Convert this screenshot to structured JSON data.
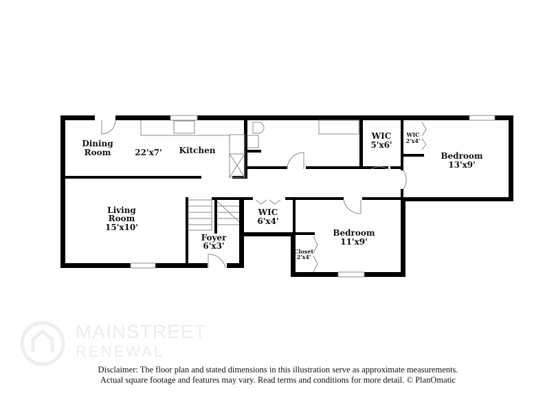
{
  "rooms": {
    "dining": {
      "name": "Dining Room",
      "line1": "Dining",
      "line2": "Room"
    },
    "kitchen": {
      "name": "Kitchen",
      "size": "22'x7'"
    },
    "living": {
      "line1": "Living",
      "line2": "Room",
      "size": "15'x10'"
    },
    "foyer": {
      "name": "Foyer",
      "size": "6'x3'"
    },
    "wic_hall": {
      "name": "WIC",
      "size": "6'x4'"
    },
    "wic_bath": {
      "name": "WIC",
      "size": "5'x6'"
    },
    "wic_small": {
      "name": "WIC",
      "size": "2'x4'"
    },
    "bedroom1": {
      "name": "Bedroom",
      "size": "13'x9'"
    },
    "bedroom2": {
      "name": "Bedroom",
      "size": "11'x9'"
    },
    "closet": {
      "name": "Closet",
      "size": "2'x4'"
    }
  },
  "watermark": {
    "line1": "MAINSTREET",
    "line2": "RENEWAL"
  },
  "disclaimer": {
    "line1": "Disclaimer: The floor plan and stated dimensions in this illustration serve as approximate measurements.",
    "line2": "Actual square footage and features may vary. Read terms and conditions for more detail. © PlanOmatic"
  },
  "colors": {
    "wall": "#000000",
    "fixture": "#888888"
  }
}
